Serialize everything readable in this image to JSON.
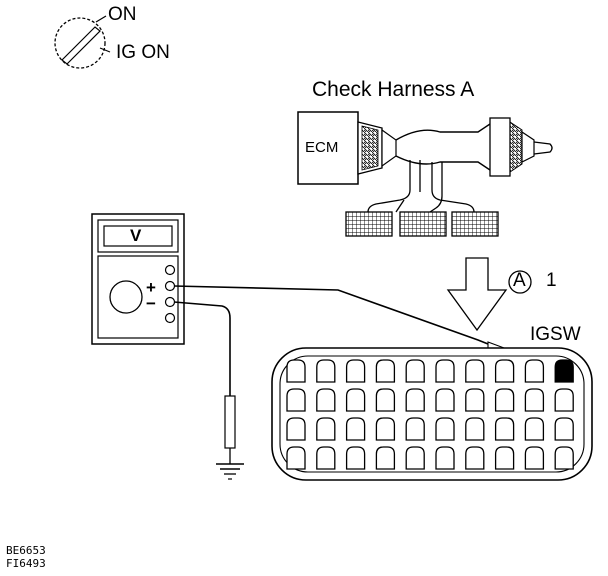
{
  "ignition": {
    "on_label": "ON",
    "ig_on_label": "IG ON"
  },
  "harness": {
    "title": "Check Harness A",
    "ecm_label": "ECM"
  },
  "meter": {
    "mode_label": "V",
    "plus_label": "+",
    "minus_label": "−"
  },
  "connector": {
    "letter": "A",
    "pin_number": "1",
    "pin_name": "IGSW"
  },
  "codes": {
    "line1": "BE6653",
    "line2": "FI6493"
  },
  "icons": {
    "ignition": "ignition-key-icon",
    "ground": "ground-symbol-icon",
    "arrow": "down-arrow-icon"
  }
}
